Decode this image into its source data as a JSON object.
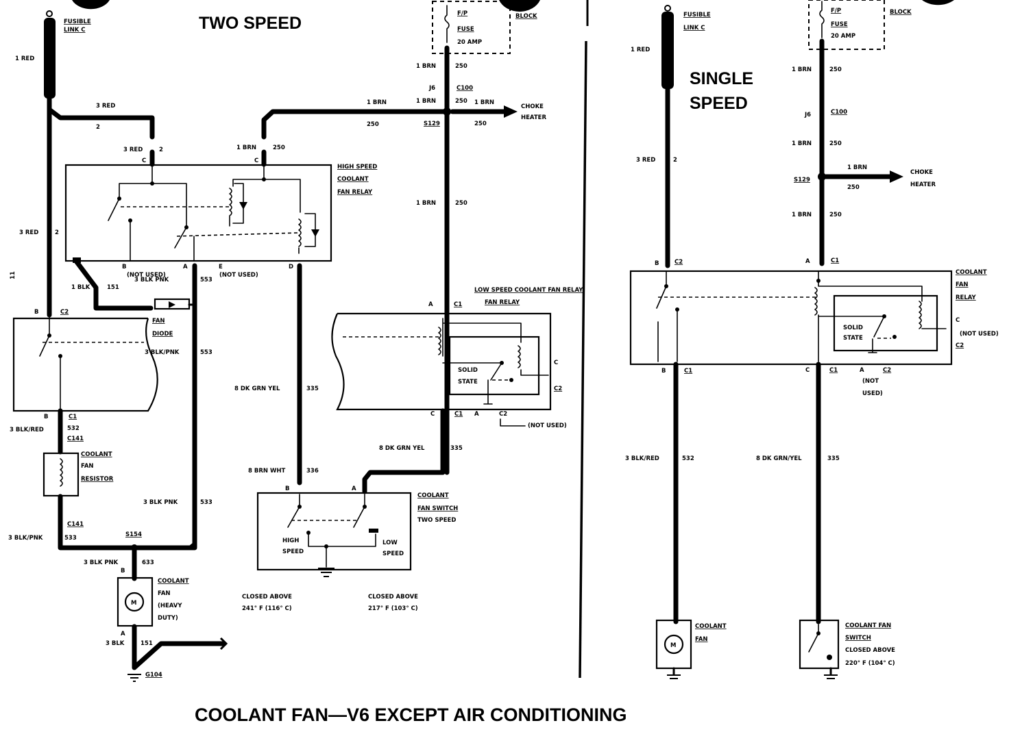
{
  "title": "COOLANT FAN—V6 EXCEPT AIR CONDITIONING",
  "page_marker": "11",
  "two_speed": {
    "heading": "TWO SPEED",
    "fusible_link": "FUSIBLE LINK C",
    "fuse": {
      "name": "F/P FUSE",
      "rating": "20 AMP"
    },
    "fuse_block": "BLOCK",
    "wires": {
      "red_link": "1 RED",
      "red_top": "3 RED",
      "red_top_num": "2",
      "red_relay": "3 RED",
      "red_relay_num": "2",
      "red_down": "3 RED",
      "red_down_num": "2",
      "brn_fuse": "1 BRN",
      "brn_fuse_num": "250",
      "brn_j6": "1 BRN",
      "brn_s129": "1 BRN",
      "brn_s129_num": "250",
      "brn_choke": "1 BRN",
      "brn_choke_num": "250",
      "brn_relay": "1 BRN",
      "brn_relay_num": "250",
      "brn_low": "1 BRN",
      "brn_low_num": "250",
      "blk_151": "1 BLK",
      "blk_151_num": "151",
      "blkpnk_553a": "3 BLK PNK",
      "blkpnk_553a_num": "553",
      "blkpnk_553b": "3 BLK/PNK",
      "blkpnk_553b_num": "553",
      "dkgrnyel_335": "8 DK GRN YEL",
      "dkgrnyel_335_num": "335",
      "dkgrnyel_335b": "8 DK GRN YEL",
      "dkgrnyel_335b_num": "335",
      "brnwht_336": "8 BRN WHT",
      "brnwht_336_num": "336",
      "blkred_532": "3 BLK/RED",
      "blkred_532_num": "532",
      "blkpnk_533a": "3 BLK PNK",
      "blkpnk_533a_num": "533",
      "blkpnk_533b": "3 BLK/PNK",
      "blkpnk_533b_num": "533",
      "blkpnk_633": "3 BLK PNK",
      "blkpnk_633_num": "633",
      "blk_151b": "3 BLK",
      "blk_151b_num": "151"
    },
    "connectors": {
      "j6": "J6",
      "c100": "C100",
      "s129": "S129",
      "c1": "C1",
      "c2": "C2",
      "c141a": "C141",
      "c141b": "C141",
      "s154": "S154",
      "g104": "G104",
      "pin_a": "A",
      "pin_b": "B",
      "pin_c": "C",
      "pin_d": "D",
      "pin_e": "E"
    },
    "choke_heater": [
      "CHOKE",
      "HEATER"
    ],
    "high_relay": [
      "HIGH SPEED",
      "COOLANT",
      "FAN RELAY"
    ],
    "low_relay": "LOW SPEED COOLANT FAN RELAY",
    "not_used": "(NOT USED)",
    "not_used_b": "(NOT USED)",
    "not_used_c": "(NOT USED)",
    "fan_diode": [
      "FAN",
      "DIODE"
    ],
    "resistor": [
      "COOLANT",
      "FAN",
      "RESISTOR"
    ],
    "fan_hd": [
      "COOLANT",
      "FAN",
      "(HEAVY",
      "DUTY)"
    ],
    "fan_switch": [
      "COOLANT",
      "FAN SWITCH",
      "TWO SPEED"
    ],
    "switch_high": [
      "HIGH",
      "SPEED"
    ],
    "switch_low": [
      "LOW",
      "SPEED"
    ],
    "solid_state": [
      "SOLID",
      "STATE"
    ],
    "closed_high": [
      "CLOSED ABOVE",
      "241° F (116° C)"
    ],
    "closed_low": [
      "CLOSED ABOVE",
      "217° F (103° C)"
    ]
  },
  "single_speed": {
    "heading": [
      "SINGLE",
      "SPEED"
    ],
    "fusible_link": "FUSIBLE LINK C",
    "fuse": {
      "name": "F/P FUSE",
      "rating": "20 AMP"
    },
    "fuse_block": "BLOCK",
    "wires": {
      "red_link": "1 RED",
      "red_relay": "3 RED",
      "red_relay_num": "2",
      "brn_fuse": "1 BRN",
      "brn_fuse_num": "250",
      "brn_j6": "1 BRN",
      "brn_j6_num": "250",
      "brn_choke": "1 BRN",
      "brn_choke_num": "250",
      "brn_relay": "1 BRN",
      "brn_relay_num": "250",
      "blkred_532": "3 BLK/RED",
      "blkred_532_num": "532",
      "dkgrnyel_335": "8 DK GRN/YEL",
      "dkgrnyel_335_num": "335"
    },
    "connectors": {
      "j6": "J6",
      "c100": "C100",
      "s129": "S129",
      "c1": "C1",
      "c2": "C2",
      "pin_a": "A",
      "pin_b": "B",
      "pin_c": "C"
    },
    "choke_heater": [
      "CHOKE",
      "HEATER"
    ],
    "relay": [
      "COOLANT",
      "FAN",
      "RELAY"
    ],
    "solid_state": [
      "SOLID",
      "STATE"
    ],
    "not_used_c": "(NOT USED)",
    "not_used_a": [
      "(NOT",
      "USED)"
    ],
    "fan": [
      "COOLANT",
      "FAN"
    ],
    "fan_switch": [
      "COOLANT FAN",
      "SWITCH",
      "CLOSED ABOVE",
      "220° F (104° C)"
    ]
  }
}
